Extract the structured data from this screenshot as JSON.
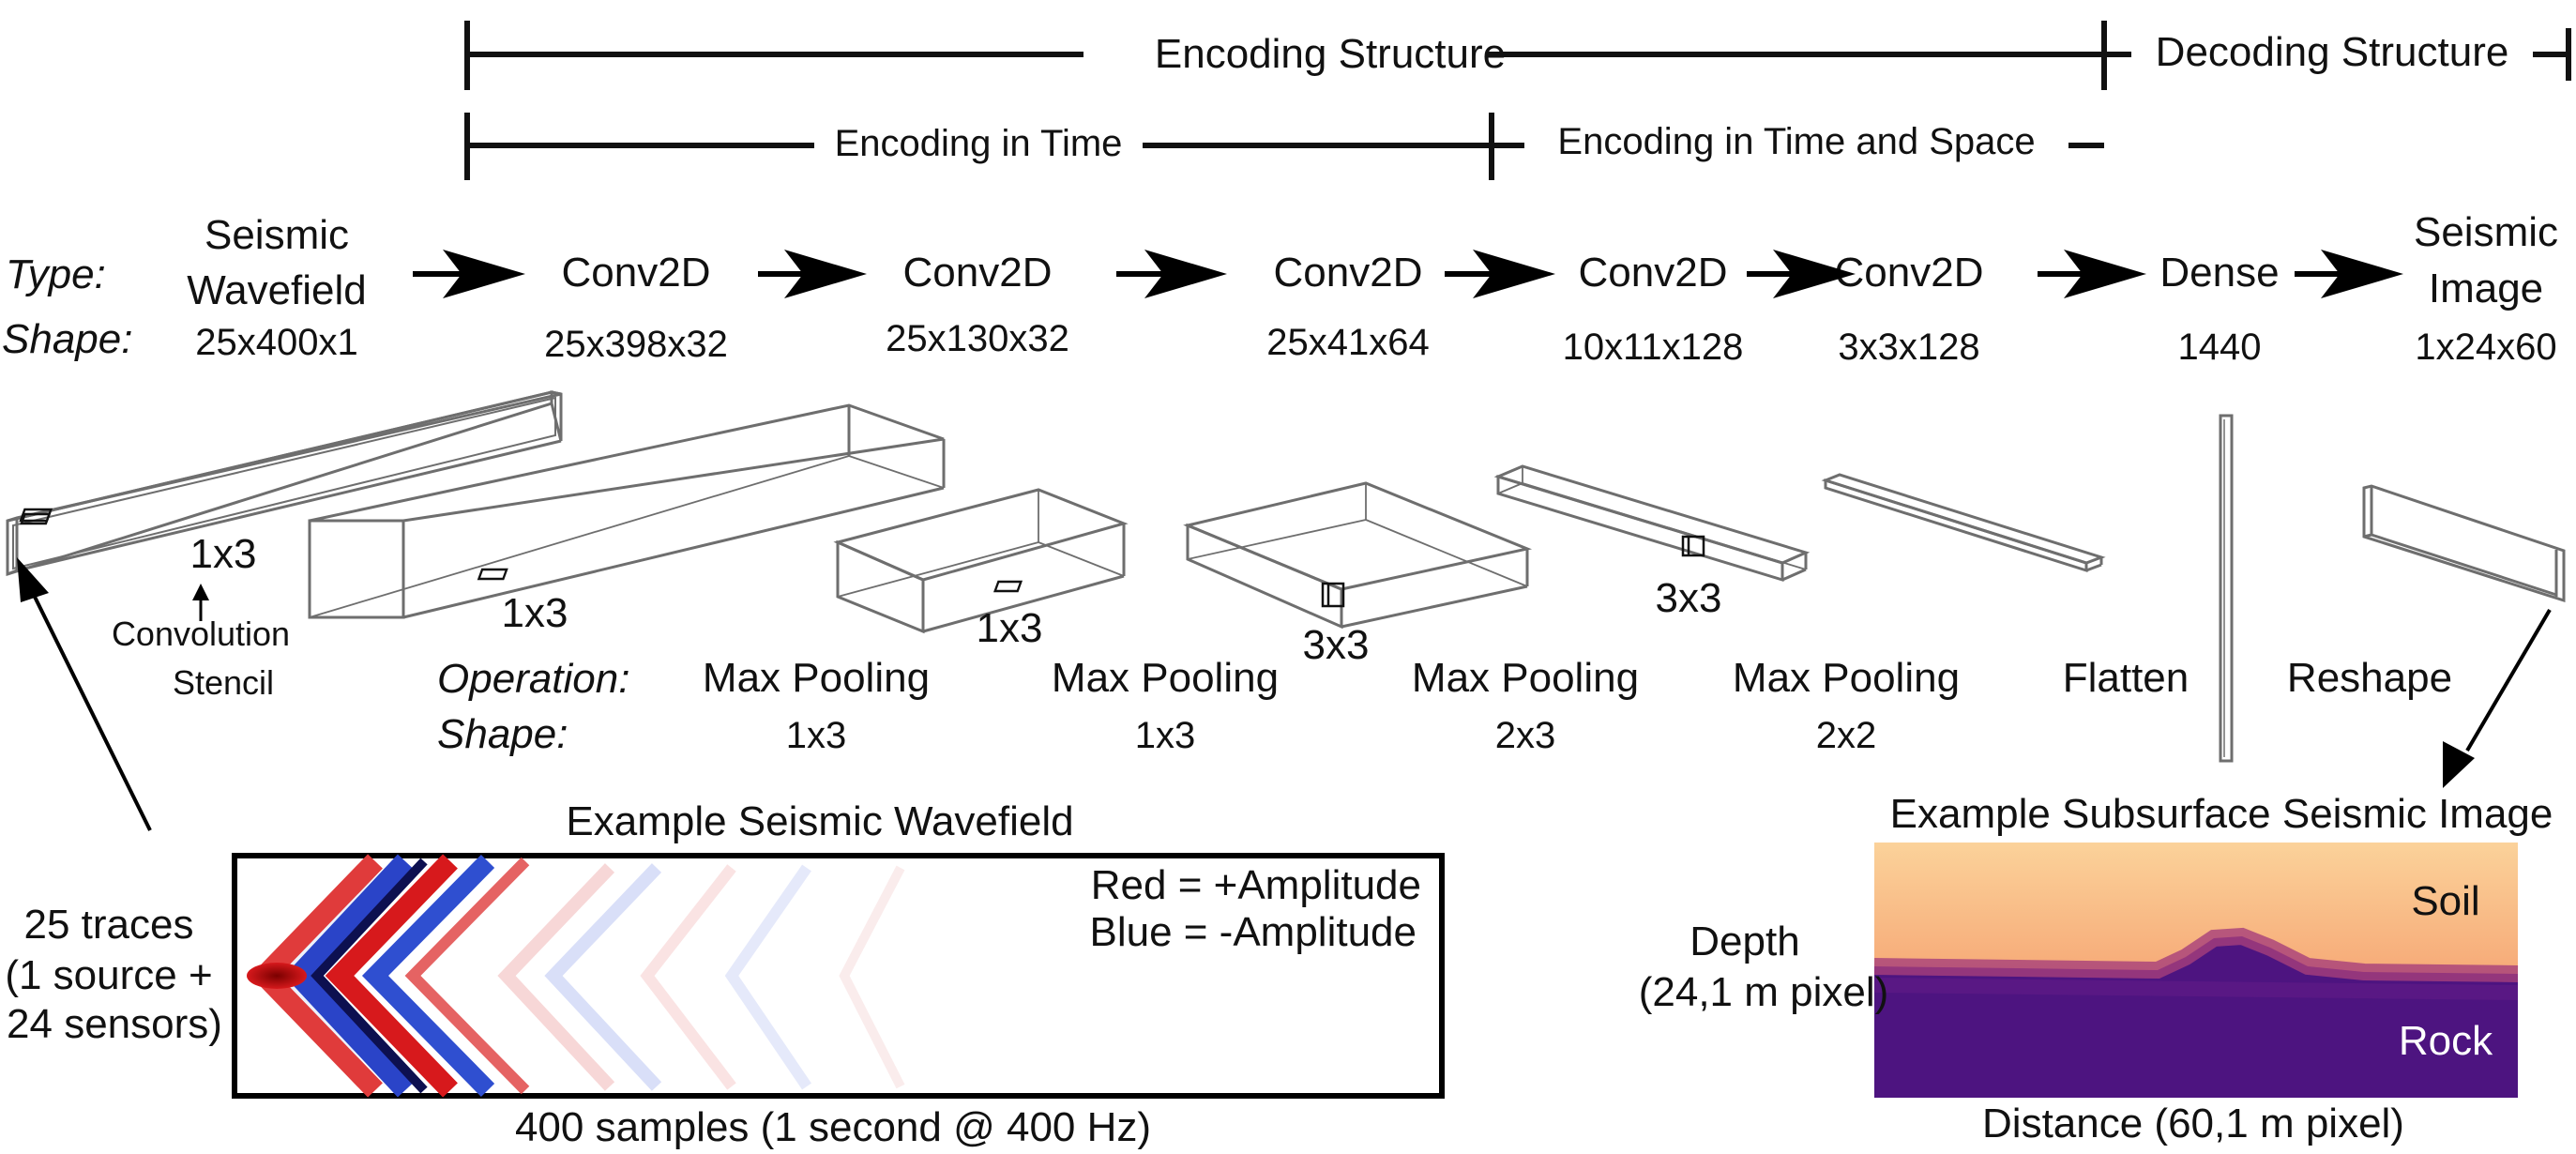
{
  "structure": {
    "encoding": "Encoding Structure",
    "decoding": "Decoding Structure",
    "enc_time": "Encoding in Time",
    "enc_time_space": "Encoding in Time and Space"
  },
  "row_labels": {
    "type": "Type:",
    "shape": "Shape:",
    "operation": "Operation:",
    "op_shape": "Shape:"
  },
  "layers": [
    {
      "type_line1": "Seismic",
      "type_line2": "Wavefield",
      "shape": "25x400x1"
    },
    {
      "type_line1": "Conv2D",
      "type_line2": "",
      "shape": "25x398x32"
    },
    {
      "type_line1": "Conv2D",
      "type_line2": "",
      "shape": "25x130x32"
    },
    {
      "type_line1": "Conv2D",
      "type_line2": "",
      "shape": "25x41x64"
    },
    {
      "type_line1": "Conv2D",
      "type_line2": "",
      "shape": "10x11x128"
    },
    {
      "type_line1": "Conv2D",
      "type_line2": "",
      "shape": "3x3x128"
    },
    {
      "type_line1": "Dense",
      "type_line2": "",
      "shape": "1440"
    },
    {
      "type_line1": "Seismic",
      "type_line2": "Image",
      "shape": "1x24x60"
    }
  ],
  "stencils": [
    "1x3",
    "1x3",
    "1x3",
    "3x3",
    "3x3"
  ],
  "convolution_label": {
    "line1": "Convolution",
    "line2": "Stencil"
  },
  "operations": [
    {
      "name": "Max Pooling",
      "shape": "1x3"
    },
    {
      "name": "Max Pooling",
      "shape": "1x3"
    },
    {
      "name": "Max Pooling",
      "shape": "2x3"
    },
    {
      "name": "Max Pooling",
      "shape": "2x2"
    },
    {
      "name": "Flatten",
      "shape": ""
    },
    {
      "name": "Reshape",
      "shape": ""
    }
  ],
  "wavefield": {
    "title": "Example Seismic Wavefield",
    "legend_red": "Red  = +Amplitude",
    "legend_blue": "Blue  = -Amplitude",
    "traces_line1": "25 traces",
    "traces_line2": "(1 source +",
    "traces_line3": " 24 sensors)",
    "xlabel": "400 samples (1 second @ 400 Hz)",
    "colors": {
      "red": "#d7191c",
      "blue": "#1f3fbf",
      "dark": "#0a0a3a"
    }
  },
  "subsurface": {
    "title": "Example Subsurface Seismic Image",
    "soil": "Soil",
    "rock": "Rock",
    "depth_line1": "Depth",
    "depth_line2": "(24,1 m pixel)",
    "xlabel": "Distance (60,1 m pixel)",
    "colors": {
      "soil_top": "#f9c98a",
      "soil_mid": "#f59a6e",
      "boundary": "#b04a78",
      "rock": "#4b0f7e"
    }
  }
}
